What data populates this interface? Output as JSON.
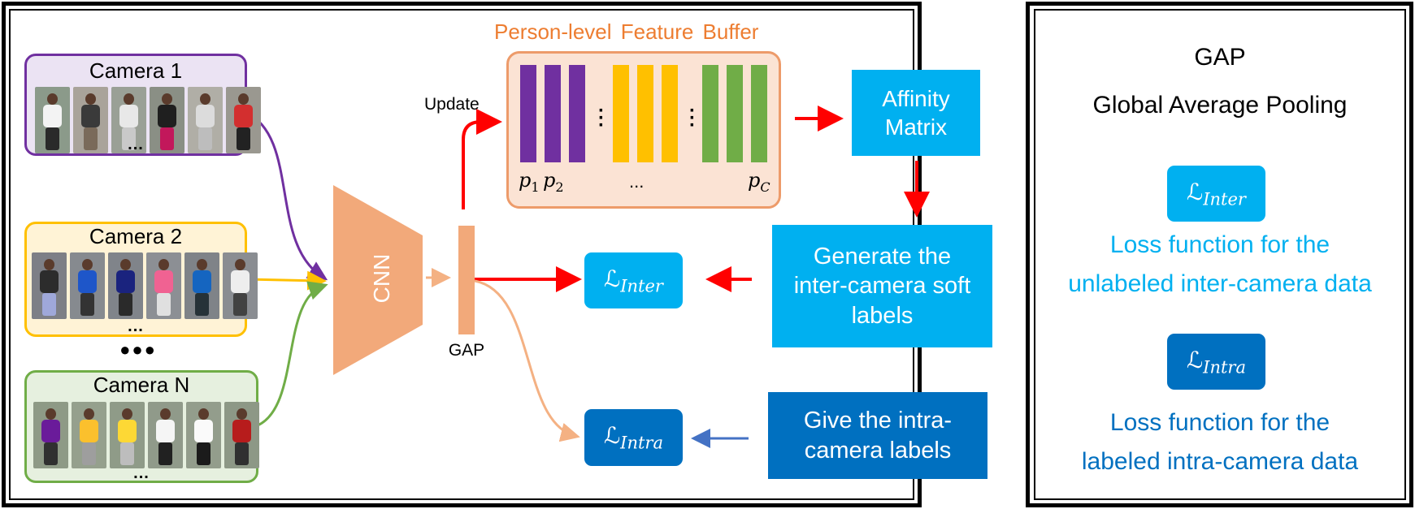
{
  "colors": {
    "purple": "#7030a0",
    "yellow": "#ffc000",
    "green": "#70ad47",
    "orange": "#f4b183",
    "cnn_fill": "#f2a97a",
    "buffer_title": "#ed7d31",
    "light_blue": "#00b0f0",
    "dark_blue": "#0070c0",
    "red": "#ff0000",
    "arrow_blue": "#4472c4"
  },
  "cameras": [
    {
      "label": "Camera 1",
      "ellipsis": "..."
    },
    {
      "label": "Camera 2",
      "ellipsis": "..."
    },
    {
      "label": "Camera N",
      "ellipsis": "..."
    }
  ],
  "between_cameras": "●●●",
  "cnn_label": "CNN",
  "gap_label": "GAP",
  "update_label": "Update",
  "buffer": {
    "title": "Person-level Feature Buffer",
    "p_labels": [
      "p",
      "p",
      "p"
    ],
    "p_subs": [
      "1",
      "2",
      "C"
    ],
    "h_ellipsis": "...",
    "v_ellipsis": [
      "·",
      "·",
      "·"
    ]
  },
  "affinity_label": "Affinity Matrix",
  "soft_labels": "Generate the inter-camera soft labels",
  "intra_labels": "Give the intra-camera labels",
  "loss": {
    "script": "ℒ",
    "inter_sub": "Inter",
    "intra_sub": "Intra"
  },
  "legend": {
    "gap_abbrev": "GAP",
    "gap_full": "Global Average Pooling",
    "inter_desc_1": "Loss function for the",
    "inter_desc_2": "unlabeled inter-camera data",
    "intra_desc_1": "Loss function for the",
    "intra_desc_2": "labeled intra-camera data"
  }
}
